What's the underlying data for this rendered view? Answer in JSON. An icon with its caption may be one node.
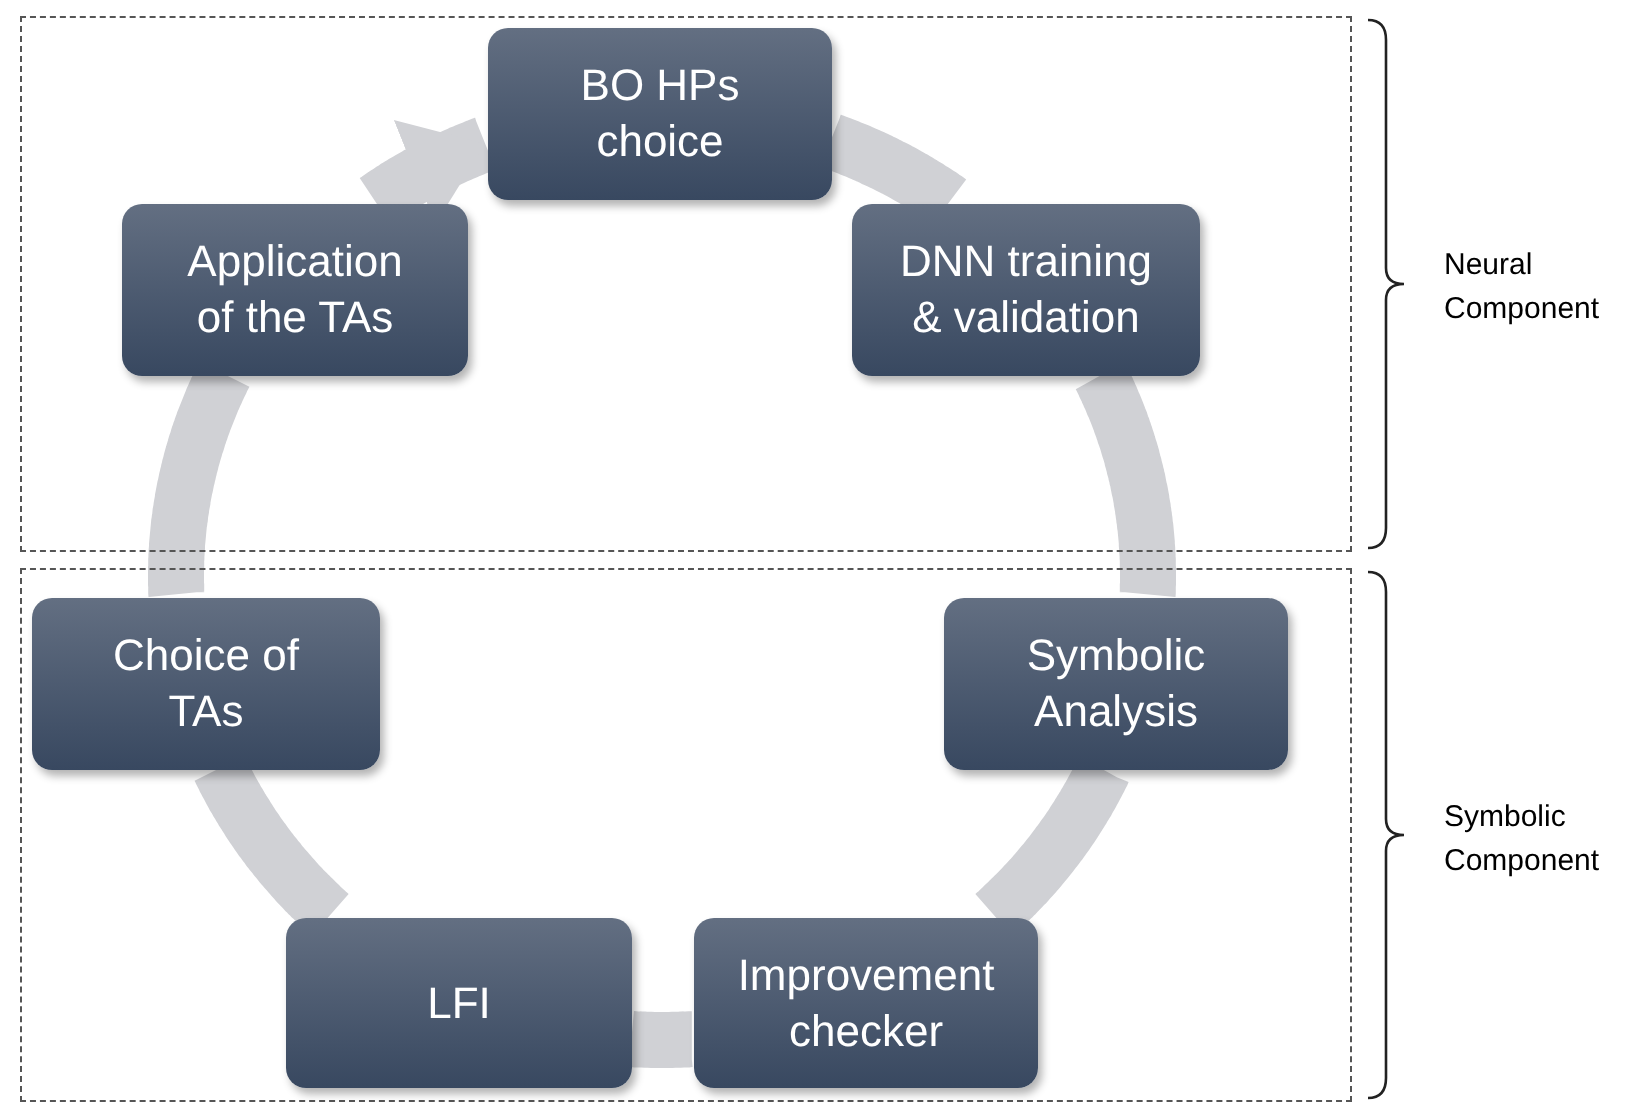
{
  "diagram": {
    "nodes": [
      {
        "text": [],
        "shape": "box",
        "beside": [
          "Neural Component"
        ]
      },
      {
        "text": [
          "BO HPs choice"
        ],
        "in": 0
      },
      {
        "text": [
          "Application of the TAs"
        ],
        "in": 0
      },
      {
        "text": [
          "DNN training & validation"
        ],
        "in": 0
      },
      {
        "text": [],
        "shape": "box",
        "beside": [
          "Symbolic Component"
        ]
      },
      {
        "text": [
          "Choice of TAs"
        ],
        "in": 4
      },
      {
        "text": [
          "Symbolic Analysis"
        ],
        "in": 4
      },
      {
        "text": [
          "LFI"
        ],
        "in": 4
      },
      {
        "text": [
          "Improvement checker"
        ],
        "in": 4
      }
    ],
    "edges": [
      {
        "from": 1,
        "to": 3,
        "arrow": "none"
      },
      {
        "from": 3,
        "to": 6,
        "arrow": "none"
      },
      {
        "from": 6,
        "to": 8,
        "arrow": "none"
      },
      {
        "from": 8,
        "to": 7,
        "arrow": "none"
      },
      {
        "from": 7,
        "to": 5,
        "arrow": "none"
      },
      {
        "from": 5,
        "to": 2,
        "arrow": "none"
      },
      {
        "from": 2,
        "to": 1,
        "arrow": "to"
      }
    ]
  }
}
